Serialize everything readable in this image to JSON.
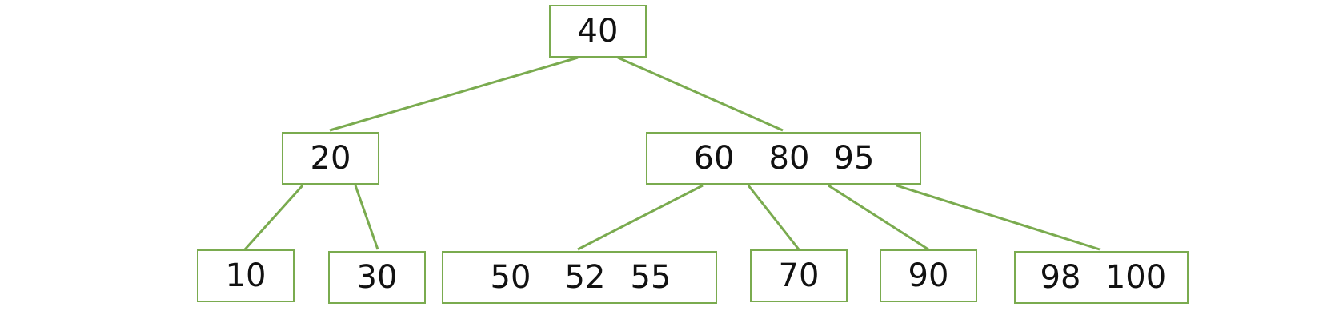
{
  "diagram": {
    "type": "b-tree",
    "color": "#7aab4f",
    "root": {
      "keys": [
        "40"
      ],
      "children": [
        {
          "keys": [
            "20"
          ],
          "children": [
            {
              "keys": [
                "10"
              ]
            },
            {
              "keys": [
                "30"
              ]
            }
          ]
        },
        {
          "keys": [
            "60",
            "80",
            "95"
          ],
          "children": [
            {
              "keys": [
                "50",
                "52",
                "55"
              ]
            },
            {
              "keys": [
                "70"
              ]
            },
            {
              "keys": [
                "90"
              ]
            },
            {
              "keys": [
                "98",
                "100"
              ]
            }
          ]
        }
      ]
    }
  }
}
